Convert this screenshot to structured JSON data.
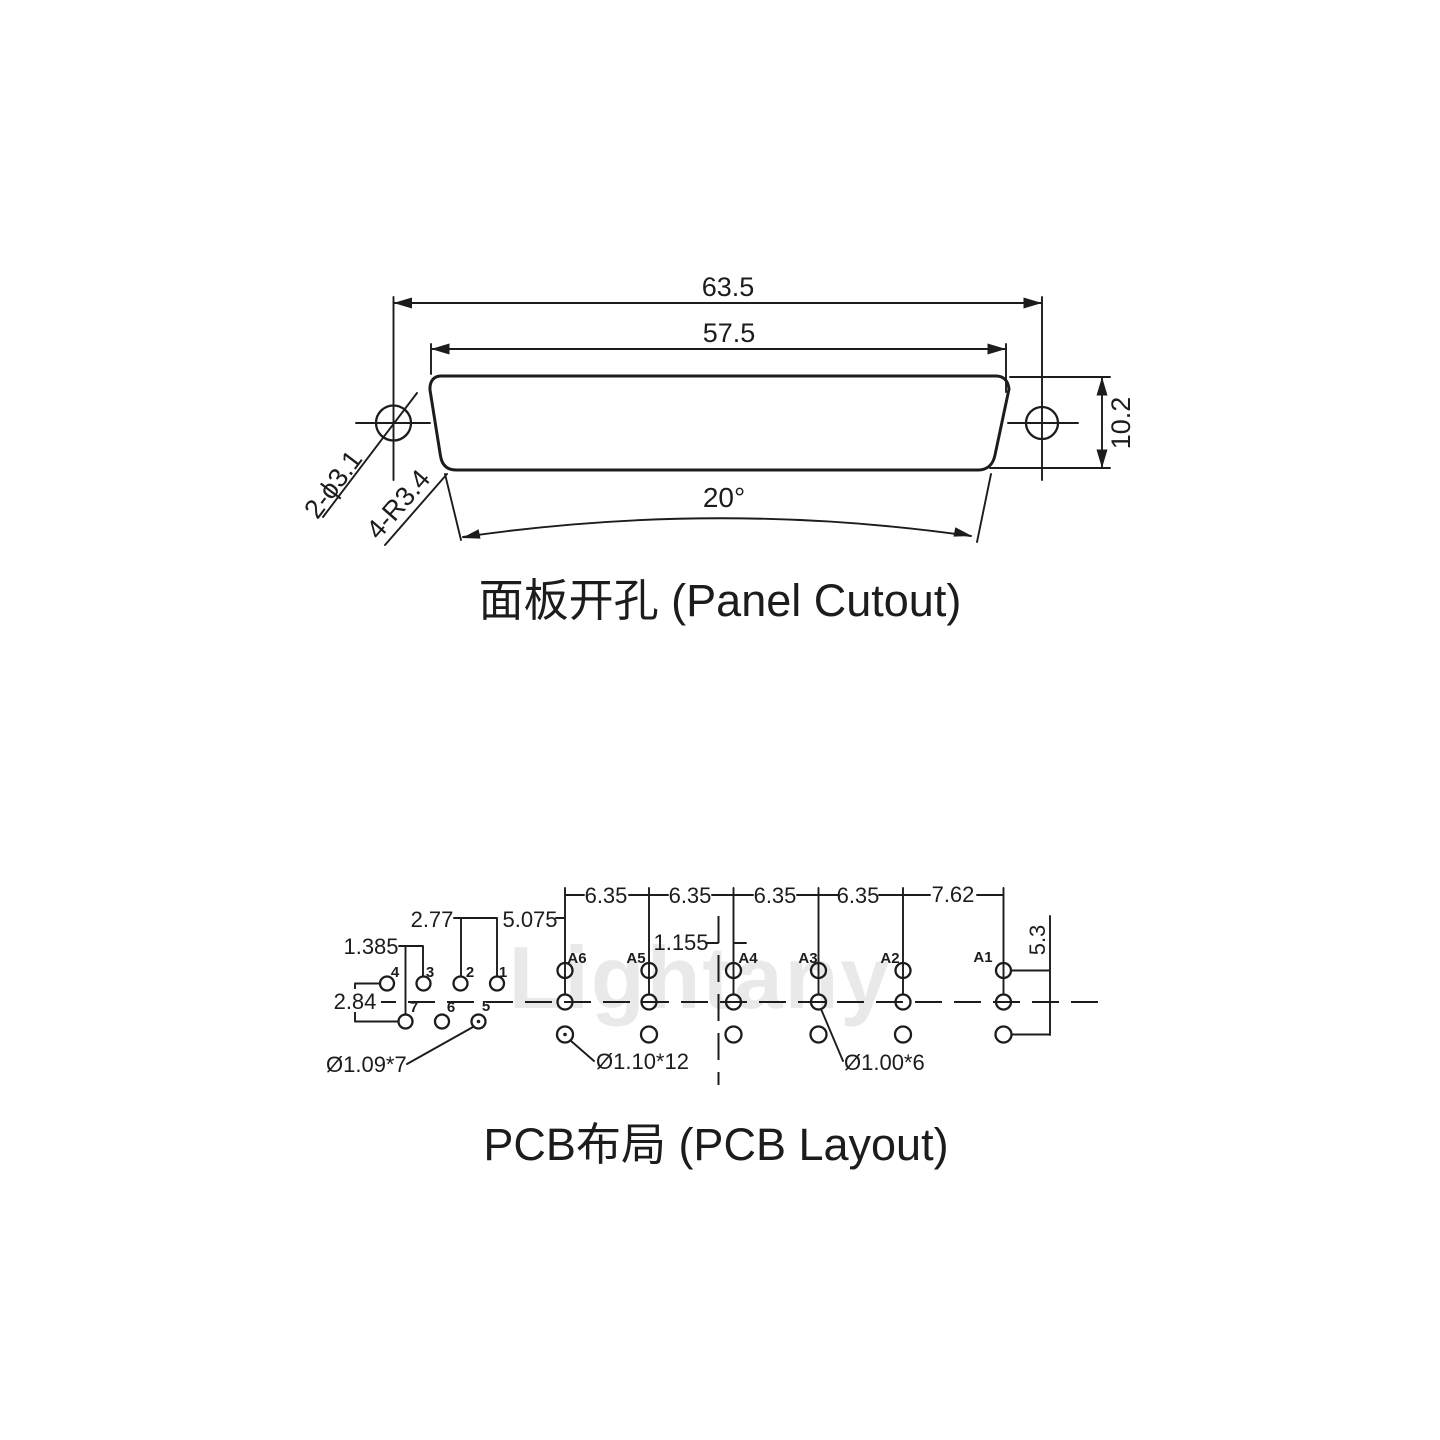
{
  "watermark": "Lightany",
  "panel_cutout": {
    "title": "面板开孔 (Panel Cutout)",
    "dim_overall_width": "63.5",
    "dim_cutout_width": "57.5",
    "dim_height": "10.2",
    "dim_angle": "20°",
    "label_mount_holes": "2-ϕ3.1",
    "label_corner_radius": "4-R3.4"
  },
  "pcb_layout": {
    "title": "PCB布局 (PCB Layout)",
    "pitch_labels": [
      "6.35",
      "6.35",
      "6.35",
      "6.35",
      "7.62"
    ],
    "dim_pin_pitch": "2.77",
    "dim_row_stagger": "1.385",
    "dim_gap_to_coax": "5.075",
    "dim_center_offset": "1.155",
    "dim_row_spacing": "2.84",
    "dim_coax_span": "5.3",
    "hole_label_signal": "Ø1.09*7",
    "hole_label_coax_outer": "Ø1.10*12",
    "hole_label_coax_inner": "Ø1.00*6",
    "pin_numbers": [
      "1",
      "2",
      "3",
      "4",
      "5",
      "6",
      "7"
    ],
    "coax_labels": [
      "A6",
      "A5",
      "A4",
      "A3",
      "A2",
      "A1"
    ]
  }
}
